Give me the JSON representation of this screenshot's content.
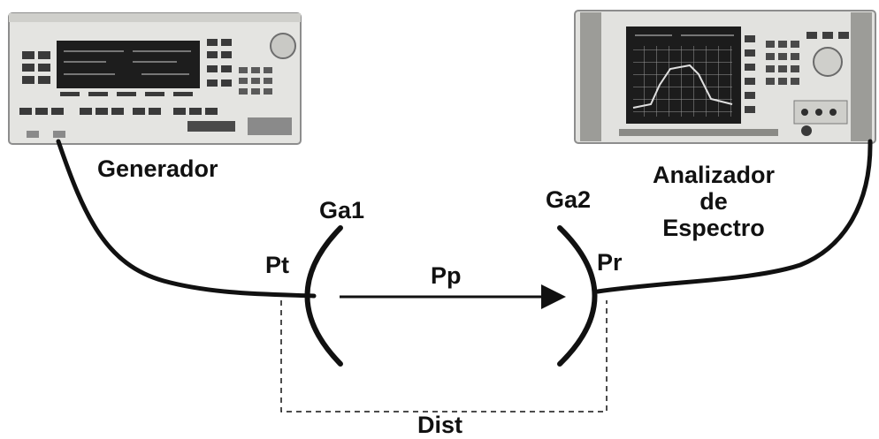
{
  "generator": {
    "label": "Generador"
  },
  "analyzer": {
    "line1": "Analizador",
    "line2": "de",
    "line3": "Espectro"
  },
  "antenna1": {
    "gain_label": "Ga1"
  },
  "antenna2": {
    "gain_label": "Ga2"
  },
  "powers": {
    "transmit": "Pt",
    "propagation": "Pp",
    "receive": "Pr"
  },
  "distance": {
    "label": "Dist"
  },
  "colors": {
    "line": "#111111",
    "background": "#ffffff",
    "instrument_body": "#e6e6e3",
    "screen": "#1c1c1c"
  }
}
